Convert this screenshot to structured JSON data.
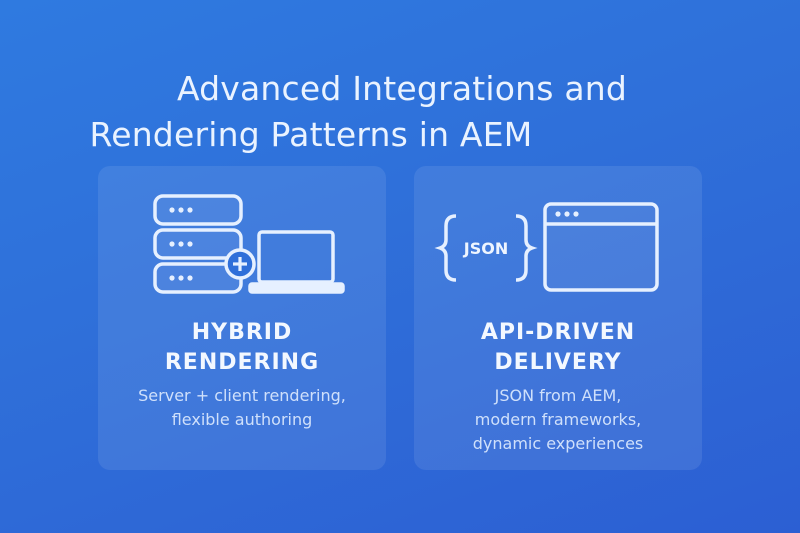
{
  "title": {
    "line1": "Advanced Integrations and",
    "line2": "Rendering Patterns in AEM"
  },
  "cards": [
    {
      "heading_line1": "HYBRID",
      "heading_line2": "RENDERING",
      "description_lines": [
        "Server + client rendering,",
        "flexible authoring"
      ],
      "icons": [
        "server-stack-icon",
        "plus-icon",
        "laptop-icon"
      ]
    },
    {
      "heading_line1": "API-DRIVEN",
      "heading_line2": "DELIVERY",
      "description_lines": [
        "JSON from AEM,",
        "modern frameworks,",
        "dynamic experiences"
      ],
      "json_label": "JSON",
      "icons": [
        "json-braces-icon",
        "browser-window-icon"
      ]
    }
  ],
  "colors": {
    "background_top": "#2f7ae0",
    "background_bottom": "#2c5fd3",
    "icon": "#e6f0ff",
    "card": "rgba(255,255,255,0.09)"
  }
}
